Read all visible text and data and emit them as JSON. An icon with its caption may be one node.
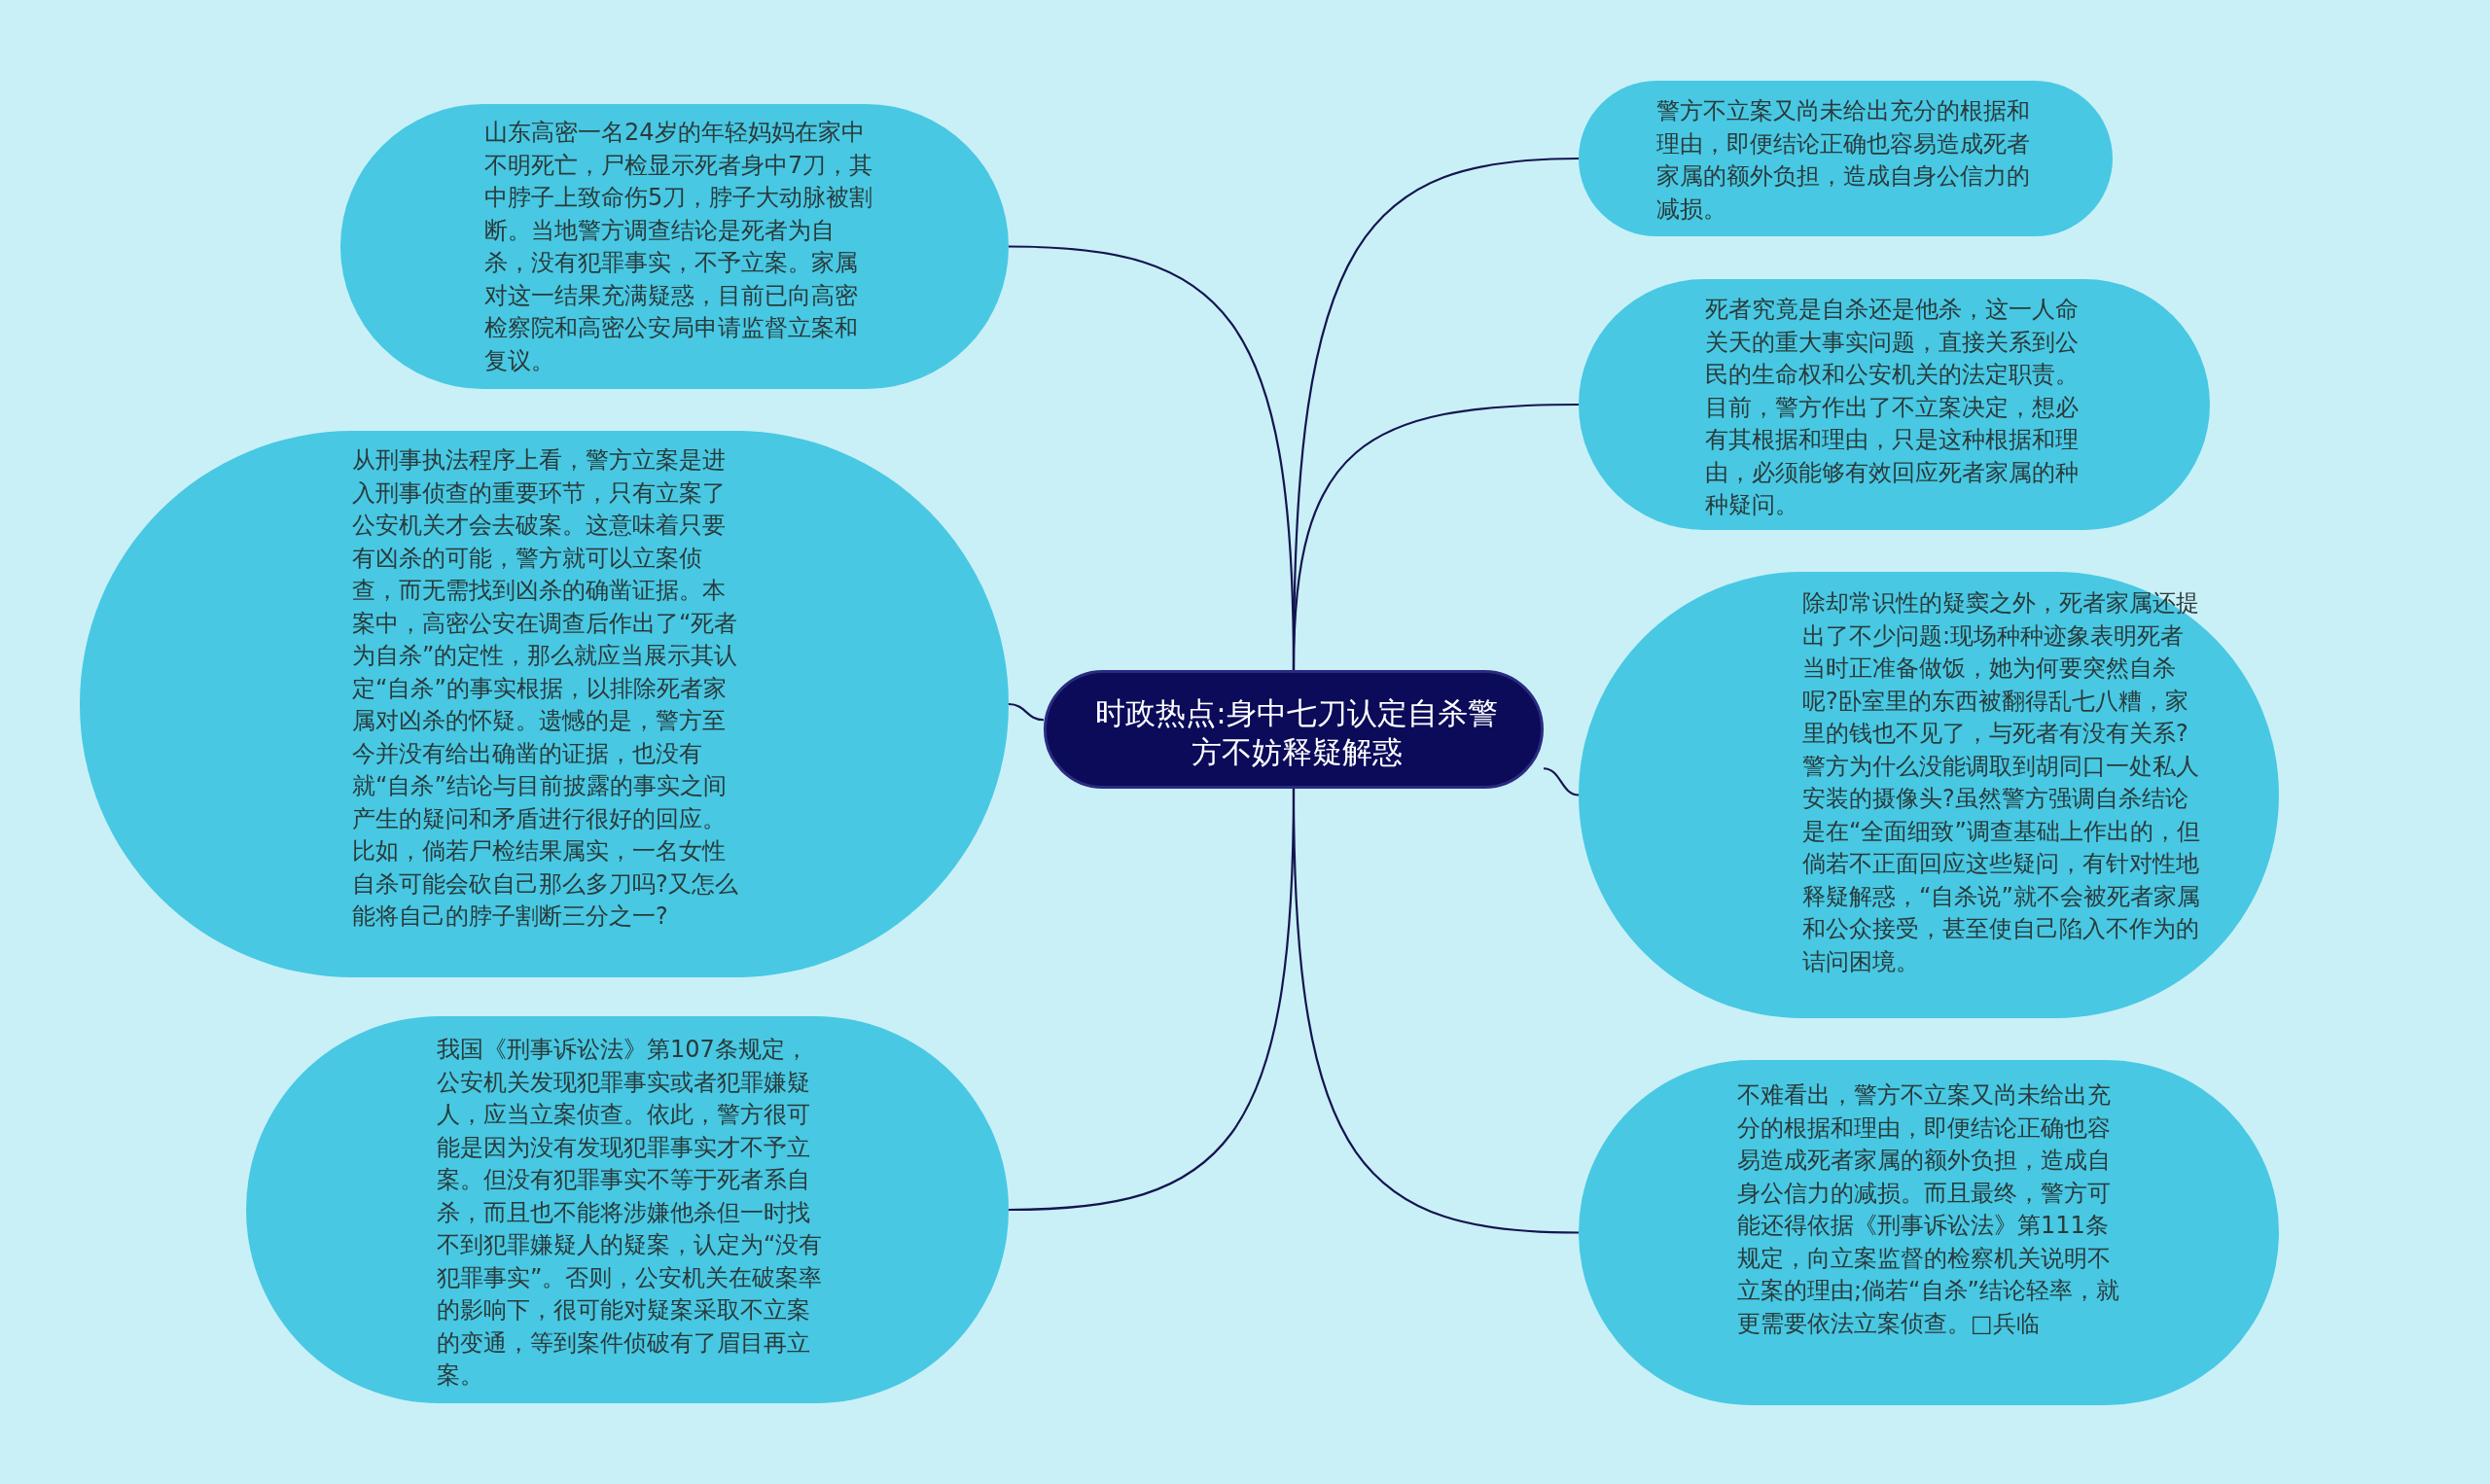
{
  "diagram": {
    "nodes": [
      {
        "text": [
          "时政热点:身中七刀认定自杀警方不妨释疑解惑"
        ]
      },
      {
        "text": [
          "山东高密一名24岁的年轻妈妈在家中不明死亡，尸检显示死者身中7刀，其中脖子上致命伤5刀，脖子大动脉被割断。当地警方调查结论是死者为自杀，没有犯罪事实，不予立案。家属对这一结果充满疑惑，目前已向高密检察院和高密公安局申请监督立案和复议。"
        ]
      },
      {
        "text": [
          "从刑事执法程序上看，警方立案是进入刑事侦查的重要环节，只有立案了公安机关才会去破案。这意味着只要有凶杀的可能，警方就可以立案侦查，而无需找到凶杀的确凿证据。本案中，高密公安在调查后作出了“死者为自杀”的定性，那么就应当展示其认定“自杀”的事实根据，以排除死者家属对凶杀的怀疑。遗憾的是，警方至今并没有给出确凿的证据，也没有就“自杀”结论与目前披露的事实之间产生的疑问和矛盾进行很好的回应。比如，倘若尸检结果属实，一名女性自杀可能会砍自己那么多刀吗?又怎么能将自己的脖子割断三分之一?"
        ]
      },
      {
        "text": [
          "我国《刑事诉讼法》第107条规定，公安机关发现犯罪事实或者犯罪嫌疑人，应当立案侦查。依此，警方很可能是因为没有发现犯罪事实才不予立案。但没有犯罪事实不等于死者系自杀，而且也不能将涉嫌他杀但一时找不到犯罪嫌疑人的疑案，认定为“没有犯罪事实”。否则，公安机关在破案率的影响下，很可能对疑案采取不立案的变通，等到案件侦破有了眉目再立案。"
        ]
      },
      {
        "text": [
          "警方不立案又尚未给出充分的根据和理由，即便结论正确也容易造成死者家属的额外负担，造成自身公信力的减损。"
        ]
      },
      {
        "text": [
          "死者究竟是自杀还是他杀，这一人命关天的重大事实问题，直接关系到公民的生命权和公安机关的法定职责。目前，警方作出了不立案决定，想必有其根据和理由，只是这种根据和理由，必须能够有效回应死者家属的种种疑问。"
        ]
      },
      {
        "text": [
          "除却常识性的疑窦之外，死者家属还提出了不少问题:现场种种迹象表明死者当时正准备做饭，她为何要突然自杀呢?卧室里的东西被翻得乱七八糟，家里的钱也不见了，与死者有没有关系?警方为什么没能调取到胡同口一处私人安装的摄像头?虽然警方强调自杀结论是在“全面细致”调查基础上作出的，但倘若不正面回应这些疑问，有针对性地释疑解惑，“自杀说”就不会被死者家属和公众接受，甚至使自己陷入不作为的诘问困境。"
        ]
      },
      {
        "text": [
          "不难看出，警方不立案又尚未给出充分的根据和理由，即便结论正确也容易造成死者家属的额外负担，造成自身公信力的减损。而且最终，警方可能还得依据《刑事诉讼法》第111条规定，向立案监督的检察机关说明不立案的理由;倘若“自杀”结论轻率，就更需要依法立案侦查。□兵临"
        ]
      }
    ],
    "edges": [
      {
        "from": 0,
        "to": 1,
        "arrow": "none"
      },
      {
        "from": 0,
        "to": 2,
        "arrow": "none"
      },
      {
        "from": 0,
        "to": 3,
        "arrow": "none"
      },
      {
        "from": 0,
        "to": 4,
        "arrow": "none"
      },
      {
        "from": 0,
        "to": 5,
        "arrow": "none"
      },
      {
        "from": 0,
        "to": 6,
        "arrow": "none"
      },
      {
        "from": 0,
        "to": 7,
        "arrow": "none"
      }
    ]
  }
}
